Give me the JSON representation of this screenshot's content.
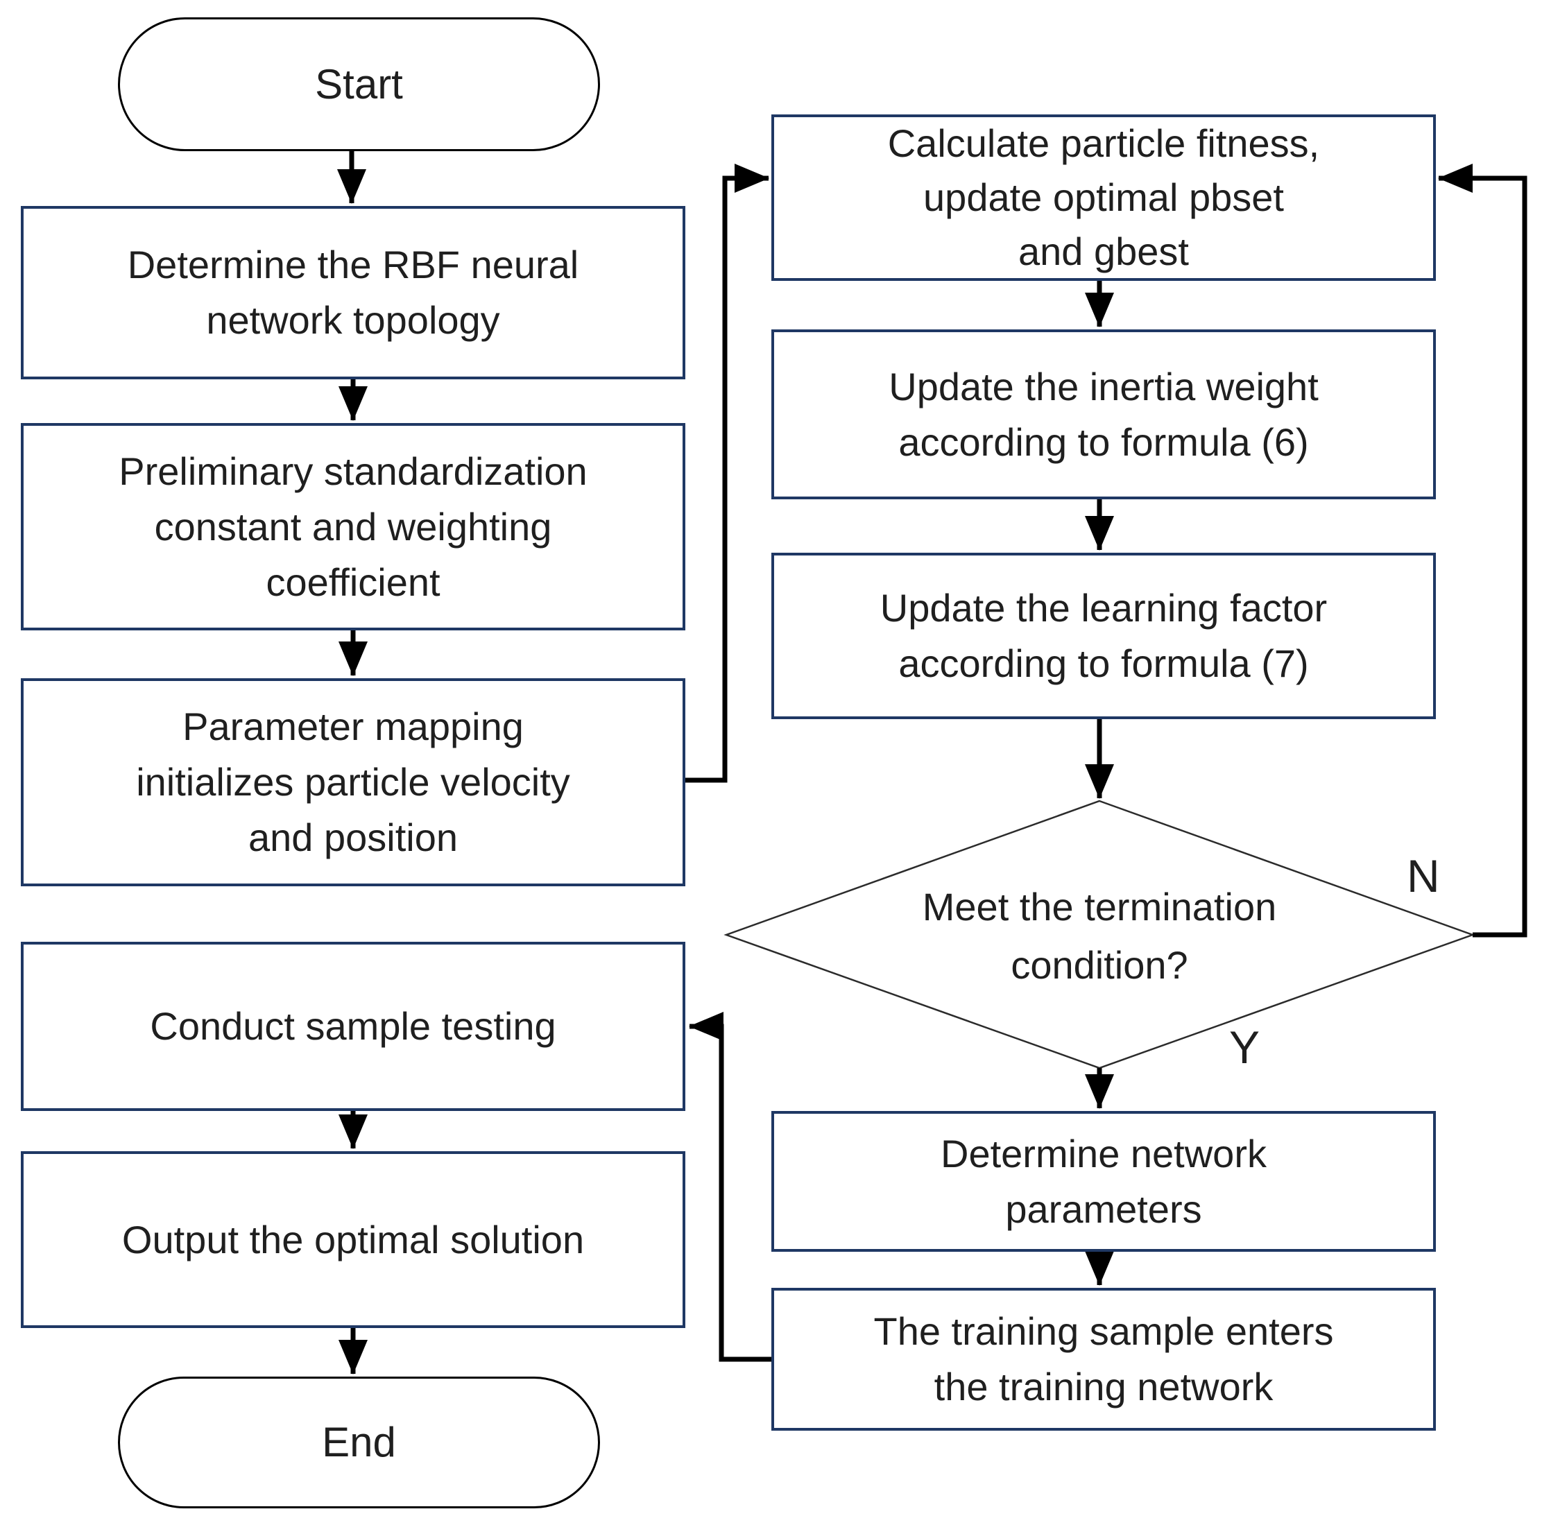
{
  "diagram": {
    "type": "flowchart",
    "colors": {
      "process_border": "#1f3864",
      "terminator_border": "#000000",
      "decision_border": "#2b2b2b",
      "connector": "#000000",
      "text": "#1f1f1f",
      "background": "#ffffff"
    },
    "nodes": {
      "start": {
        "shape": "terminator",
        "label": "Start"
      },
      "topology": {
        "shape": "process",
        "label": "Determine the RBF neural network topology",
        "lines": [
          "Determine the RBF neural",
          "network topology"
        ]
      },
      "standardization": {
        "shape": "process",
        "label": "Preliminary standardization constant and weighting coefficient",
        "lines": [
          "Preliminary standardization",
          "constant and weighting",
          "coefficient"
        ]
      },
      "param_mapping": {
        "shape": "process",
        "label": "Parameter mapping initializes particle velocity and position",
        "lines": [
          "Parameter mapping",
          "initializes particle velocity",
          "and position"
        ]
      },
      "sample_testing": {
        "shape": "process",
        "label": "Conduct sample testing",
        "lines": [
          "Conduct sample testing"
        ]
      },
      "output_solution": {
        "shape": "process",
        "label": "Output the optimal solution",
        "lines": [
          "Output the optimal solution"
        ]
      },
      "end": {
        "shape": "terminator",
        "label": "End"
      },
      "fitness": {
        "shape": "process",
        "label": "Calculate particle fitness, update optimal pbset and gbest",
        "lines": [
          "Calculate particle fitness,",
          "update optimal pbset",
          "and gbest"
        ]
      },
      "inertia": {
        "shape": "process",
        "label": "Update the inertia weight according to formula (6)",
        "lines": [
          "Update the inertia weight",
          "according to formula (6)"
        ]
      },
      "learning": {
        "shape": "process",
        "label": "Update the learning factor according to formula (7)",
        "lines": [
          "Update the learning factor",
          "according to formula (7)"
        ]
      },
      "termination": {
        "shape": "decision",
        "label": "Meet the termination condition?",
        "lines": [
          "Meet the termination",
          "condition?"
        ]
      },
      "network_params": {
        "shape": "process",
        "label": "Determine network parameters",
        "lines": [
          "Determine network",
          "parameters"
        ]
      },
      "training_sample": {
        "shape": "process",
        "label": "The training sample enters the training network",
        "lines": [
          "The training sample enters",
          "the training network"
        ]
      }
    },
    "branch_labels": {
      "no": "N",
      "yes": "Y"
    },
    "edges": [
      {
        "from": "start",
        "to": "topology",
        "label": ""
      },
      {
        "from": "topology",
        "to": "standardization",
        "label": ""
      },
      {
        "from": "standardization",
        "to": "param_mapping",
        "label": ""
      },
      {
        "from": "param_mapping",
        "to": "fitness",
        "label": ""
      },
      {
        "from": "fitness",
        "to": "inertia",
        "label": ""
      },
      {
        "from": "inertia",
        "to": "learning",
        "label": ""
      },
      {
        "from": "learning",
        "to": "termination",
        "label": ""
      },
      {
        "from": "termination",
        "to": "fitness",
        "label": "N"
      },
      {
        "from": "termination",
        "to": "network_params",
        "label": "Y"
      },
      {
        "from": "network_params",
        "to": "training_sample",
        "label": ""
      },
      {
        "from": "training_sample",
        "to": "sample_testing",
        "label": ""
      },
      {
        "from": "sample_testing",
        "to": "output_solution",
        "label": ""
      },
      {
        "from": "output_solution",
        "to": "end",
        "label": ""
      }
    ]
  }
}
